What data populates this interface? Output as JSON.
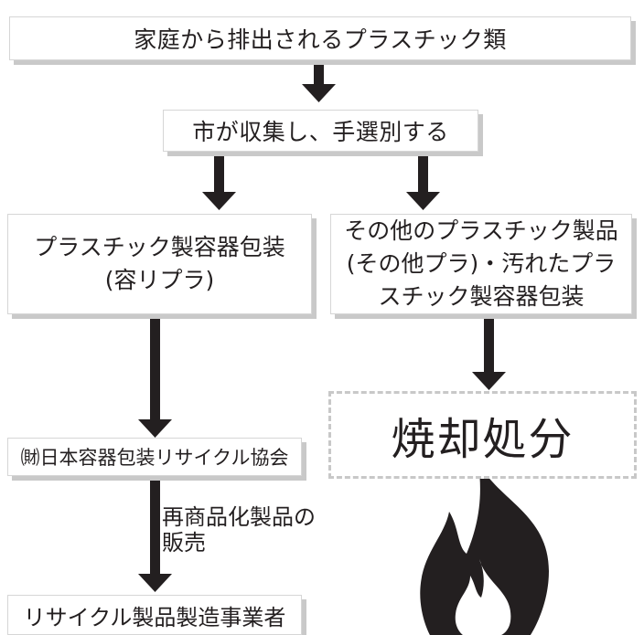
{
  "boxes": {
    "household_plastics": "家庭から排出されるプラスチック類",
    "city_collection": "市が収集し、手選別する",
    "container_packaging": "プラスチック製容器包装",
    "container_packaging_abbr": "(容リプラ)",
    "other_plastics_line1": "その他のプラスチック製品",
    "other_plastics_line2": "(その他プラ)・汚れたプラ",
    "other_plastics_line3": "スチック製容器包装",
    "incineration": "焼却処分",
    "recycling_association": "㈶日本容器包装リサイクル協会",
    "recycled_product_maker": "リサイクル製品製造事業者"
  },
  "labels": {
    "resale_line1": "再商品化製品の",
    "resale_line2": "販売"
  },
  "icons": [
    "arrow-down-icon",
    "flame-icon"
  ],
  "colors": {
    "ink": "#231f20",
    "shadow": "#c9c9c9",
    "dash": "#c8c8c8"
  }
}
